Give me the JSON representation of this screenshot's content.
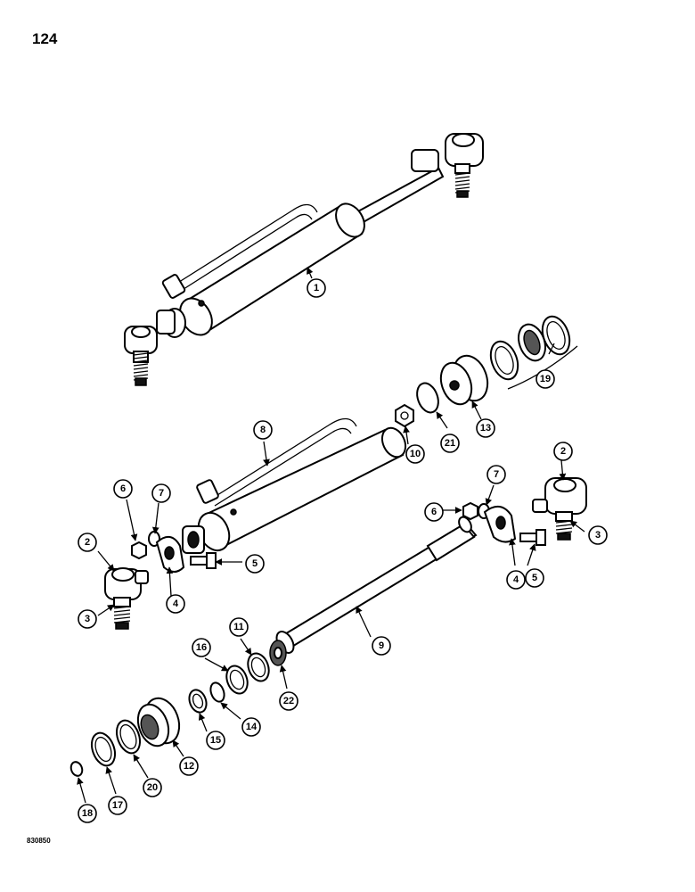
{
  "page": {
    "number": "124",
    "figure_code": "830850"
  },
  "callouts": [
    "1",
    "19",
    "8",
    "10",
    "21",
    "13",
    "6",
    "7",
    "2",
    "5",
    "3",
    "4",
    "9",
    "11",
    "16",
    "22",
    "14",
    "15",
    "12",
    "20",
    "17",
    "18"
  ]
}
